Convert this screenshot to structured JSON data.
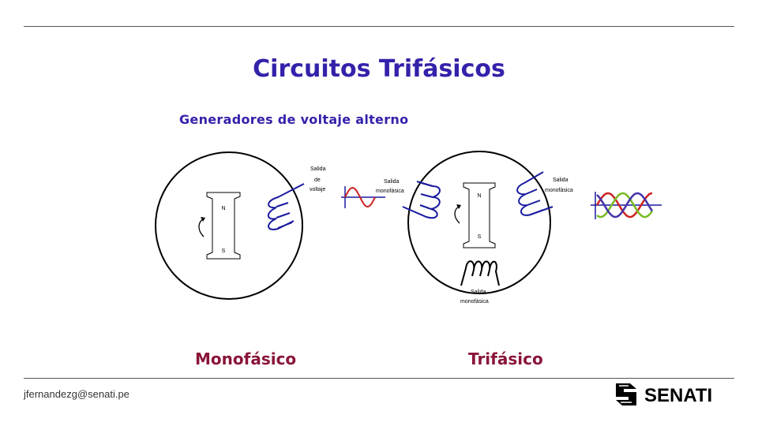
{
  "title": "Circuitos Trifásicos",
  "subtitle": "Generadores de voltaje alterno",
  "captions": {
    "mono": "Monofásico",
    "tri": "Trifásico"
  },
  "footer": {
    "email": "jfernandezg@senati.pe",
    "brand": "SENATI"
  },
  "mono_generator": {
    "pole_n": "N",
    "pole_s": "S",
    "output_label": [
      "Salida",
      "de",
      "voltaje"
    ]
  },
  "tri_generator": {
    "pole_n": "N",
    "pole_s": "S",
    "output_left": [
      "Salida",
      "monofásica"
    ],
    "output_right": [
      "Salida",
      "monofásica"
    ],
    "output_bottom": [
      "Salida",
      "monofásica"
    ]
  },
  "colors": {
    "title": "#3322aa",
    "caption": "#8a1538",
    "coil": "#1a1aa0",
    "wave_red": "#cc2222",
    "wave_green": "#77bb22",
    "wave_blue": "#4433aa"
  }
}
